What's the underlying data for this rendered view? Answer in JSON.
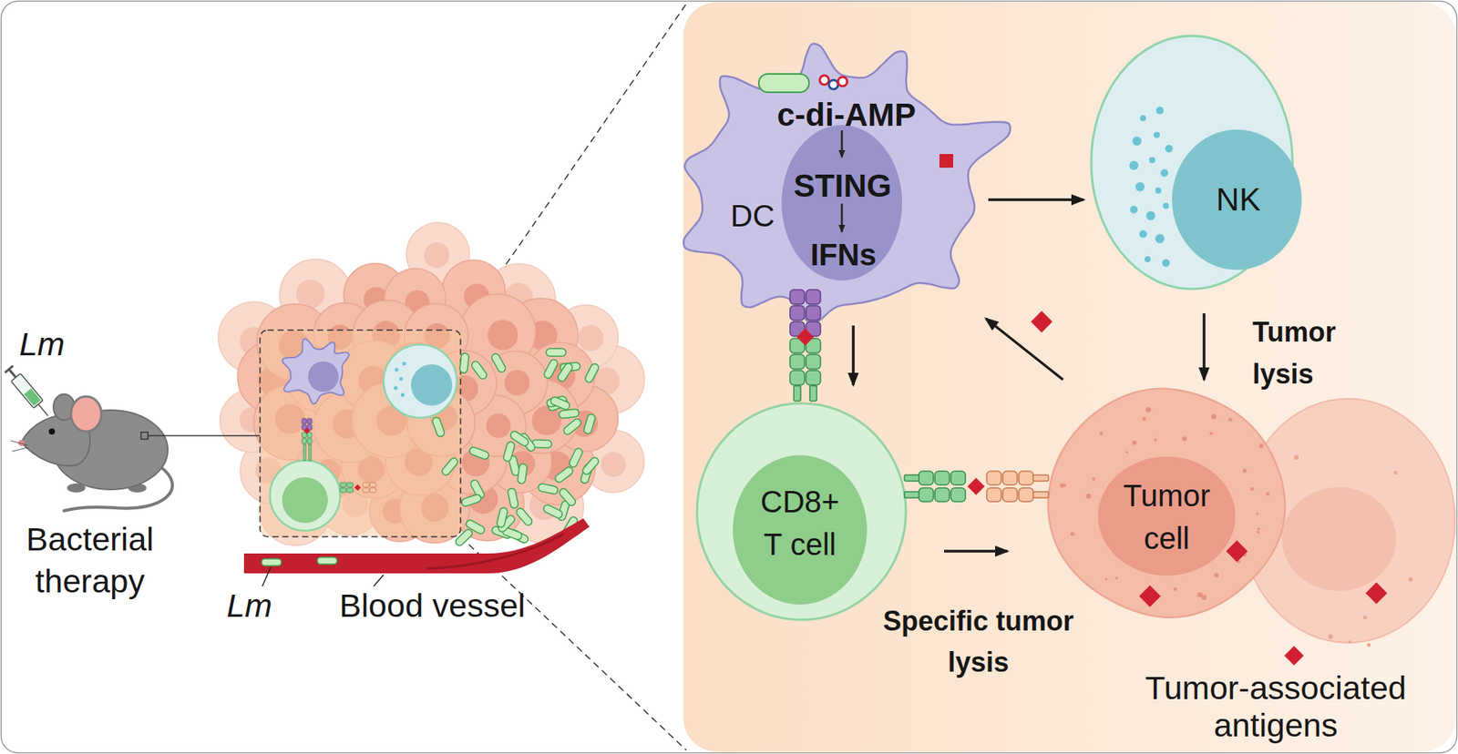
{
  "diagram": {
    "nodes": [
      {
        "text": [
          "c-di-AMP",
          "DC"
        ]
      },
      {
        "text": [
          "STING",
          "IFNs"
        ],
        "in": 0
      },
      {
        "text": [
          "NK"
        ]
      },
      {
        "text": [
          "CD8+ T cell"
        ]
      },
      {
        "text": [
          "Tumor cell"
        ]
      }
    ],
    "edges": [
      {
        "from": 0,
        "to": 2,
        "arrow": "to"
      },
      {
        "from": 0,
        "to": 3,
        "arrow": "to"
      },
      {
        "from": 2,
        "to": 4,
        "arrow": "to"
      },
      {
        "from": 3,
        "to": 4,
        "arrow": "to"
      },
      {
        "from": 4,
        "to": 0,
        "arrow": "to"
      }
    ],
    "labels": [
      "Lm",
      "Bacterial therapy",
      "Lm",
      "Blood vessel",
      "Tumor lysis",
      "Specific tumor lysis",
      "Tumor-associated antigens"
    ]
  }
}
